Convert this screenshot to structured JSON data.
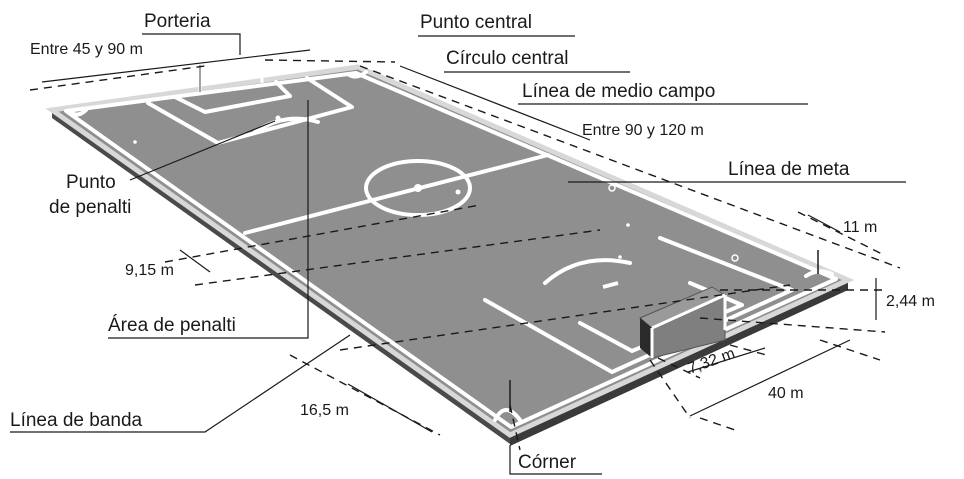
{
  "labels": {
    "porteria": "Porteria",
    "punto_central": "Punto central",
    "circulo_central": "Círculo central",
    "linea_medio_campo": "Línea de medio campo",
    "linea_meta": "Línea de meta",
    "punto_penalti_1": "Punto",
    "punto_penalti_2": "de penalti",
    "area_penalti": "Área de penalti",
    "linea_banda": "Línea de banda",
    "corner": "Córner"
  },
  "dimensions": {
    "ancho": "Entre 45 y 90 m",
    "largo": "Entre 90 y 120 m",
    "penalti_11": "11 m",
    "altura_porteria": "2,44 m",
    "ancho_porteria": "7,32 m",
    "area_40": "40 m",
    "area_16": "16,5 m",
    "radio_915": "9,15 m"
  },
  "colors": {
    "field": "#8f8f8f",
    "field_edge": "#5a5a5a",
    "lines": "#ffffff",
    "text": "#1a1a1a"
  }
}
